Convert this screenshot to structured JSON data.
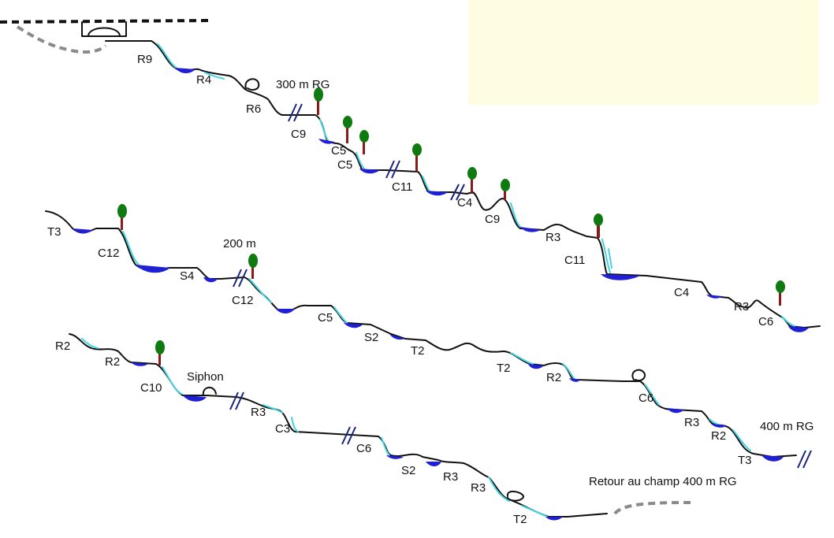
{
  "colors": {
    "note_box": "#fffde1",
    "pool": "#1f1fd6",
    "water": "#44d3e0",
    "tree_leaf": "#0f7a0f",
    "tree_trunk": "#8b1a1a",
    "gap_marks": "#1a237e",
    "approach_dash": "#8a8a8a"
  },
  "annotations": {
    "distance_300_rg": "300 m RG",
    "distance_200": "200 m",
    "siphon": "Siphon",
    "distance_400_rg": "400 m RG",
    "return": "Retour au champ 400 m RG"
  },
  "rows": [
    {
      "labels": [
        "R9",
        "R4",
        "R6",
        "C9",
        "C5",
        "C5",
        "C11",
        "C4",
        "C9",
        "R3",
        "C11",
        "C4",
        "R3",
        "C6"
      ]
    },
    {
      "labels": [
        "T3",
        "C12",
        "S4",
        "C12",
        "C5",
        "S2",
        "T2",
        "T2",
        "R2",
        "C6",
        "R3",
        "R2",
        "T3"
      ]
    },
    {
      "labels": [
        "R2",
        "R2",
        "C10",
        "R3",
        "C3",
        "C6",
        "S2",
        "R3",
        "R3",
        "T2"
      ]
    }
  ]
}
